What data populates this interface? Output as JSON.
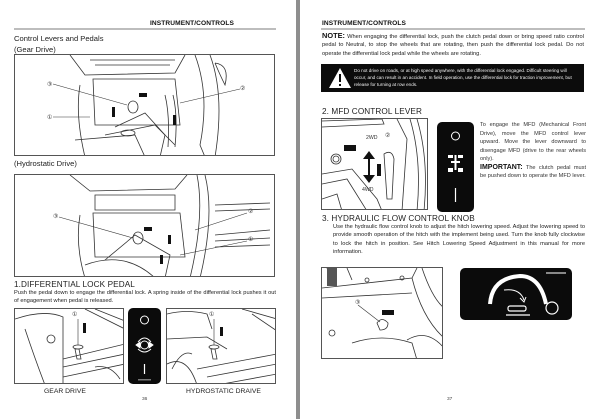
{
  "left_page": {
    "header": "INSTRUMENT/CONTROLS",
    "title": "Control Levers and Pedals",
    "gear_drive_label": "(Gear Drive)",
    "hydrostatic_drive_label": "(Hydrostatic Drive)",
    "gear_figure_callouts": [
      "③",
      "①",
      "②"
    ],
    "hydro_figure_callouts": [
      "③",
      "②",
      "①"
    ],
    "section1": {
      "title": "1.DIFFERENTIAL LOCK PEDAL",
      "body": "Push the pedal down to engage the differential lock. A spring inside of the differential lock pushes it out of engagement when pedal is released.",
      "callout": "①",
      "captions": [
        "GEAR DRIVE",
        "HYDROSTATIC DRAIVE"
      ],
      "icon_panel": {
        "top_symbol": "circle-off-icon",
        "middle_symbol": "differential-lock-icon",
        "bottom_symbol": "line-on-icon"
      }
    },
    "page_number": "36"
  },
  "right_page": {
    "header": "INSTRUMENT/CONTROLS",
    "note_label": "NOTE:",
    "note_text": "When engaging the differential lock, push the clutch pedal down or bring speed ratio control pedal to Neutral, to stop the wheels that are rotating, then push the differential lock pedal. Do not operate the differential lock pedal while the wheels are rotating.",
    "warning_text": "Do not drive on roads, or at high speed anywhere, with the differential lock engaged. Difficult steering will occur, and can result in an accident. In field operation, use the differential lock for traction improvement, but release for turning at row ends.",
    "section2": {
      "title": "2. MFD CONTROL LEVER",
      "figure_labels": {
        "top": "2WD",
        "bottom": "4WD",
        "callout": "②"
      },
      "description": "To engage the MFD (Mechanical Front Drive), move the MFD control lever upward. Move the lever downward to disengage MFD (drive to the rear wheels only).",
      "important_label": "IMPORTANT:",
      "important_text": "The clutch pedal must be pushed down to operate the MFD lever."
    },
    "section3": {
      "title": "3. HYDRAULIC FLOW CONTROL KNOB",
      "body": "Use the hydraulic flow control knob to adjust the hitch lowering speed. Adjust the lowering speed to provide smooth operation of the hitch with the implement being used. Turn the knob fully clockwise to lock the hitch in position. See Hitch Lowering Speed Adjustment in this manual for more information.",
      "callout": "③"
    },
    "page_number": "37"
  },
  "colors": {
    "panel_black": "#0b0b0b",
    "gutter": "#8e8e8e",
    "rule": "#bdbdbd"
  }
}
